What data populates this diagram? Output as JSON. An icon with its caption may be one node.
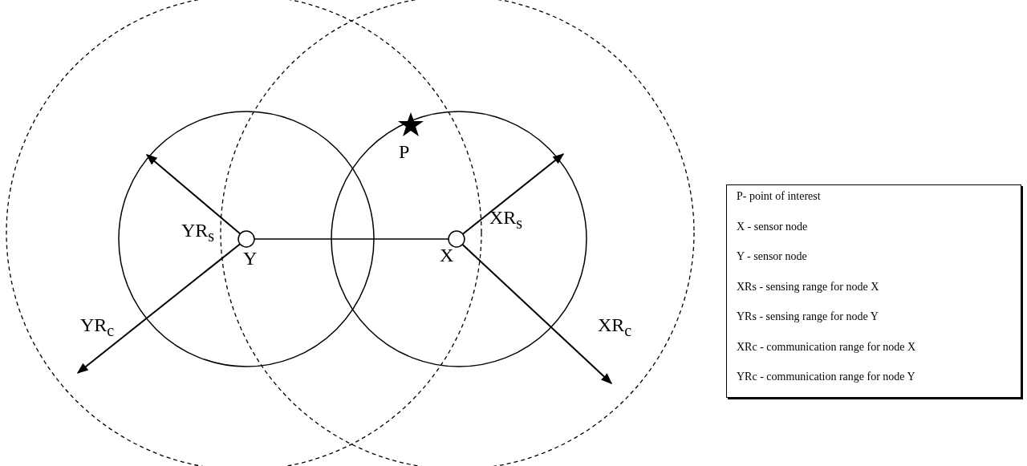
{
  "diagram": {
    "nodes": [
      {
        "text": [
          "Y"
        ]
      },
      {
        "text": [
          "X"
        ]
      }
    ],
    "edges": [
      {
        "from": 0,
        "to": 1,
        "arrow": "none"
      }
    ],
    "labels": [
      "P",
      "YR$_{s}$",
      "XR$_{s}$",
      "YR$_{c}$",
      "XR$_{c}$"
    ],
    "legend": [
      {
        "text": "P- point of interest"
      },
      {
        "text": "X - sensor node"
      },
      {
        "text": "Y - sensor node"
      },
      {
        "text": "XRs - sensing range for node X"
      },
      {
        "text": "YRs - sensing range for node Y"
      },
      {
        "text": "XRc - communication range for node X"
      },
      {
        "text": "YRc - communication range for node Y"
      }
    ]
  }
}
